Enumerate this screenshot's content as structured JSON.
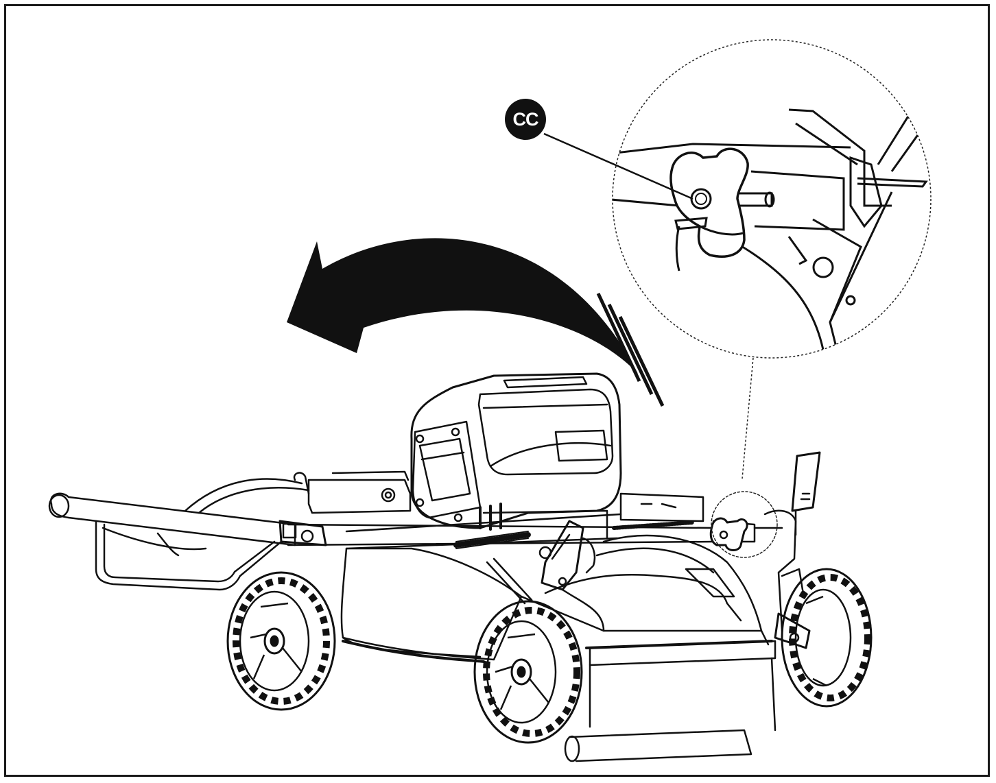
{
  "figure": {
    "callout_label": "CC",
    "parts": [
      "rotation-arrow",
      "detail-magnifier",
      "handle-knob",
      "mower-deck",
      "battery-cover",
      "handle-bar",
      "front-left-wheel",
      "front-right-wheel",
      "rear-left-wheel",
      "rear-right-wheel",
      "spring"
    ],
    "line_color": "#111111",
    "background_color": "#ffffff"
  }
}
